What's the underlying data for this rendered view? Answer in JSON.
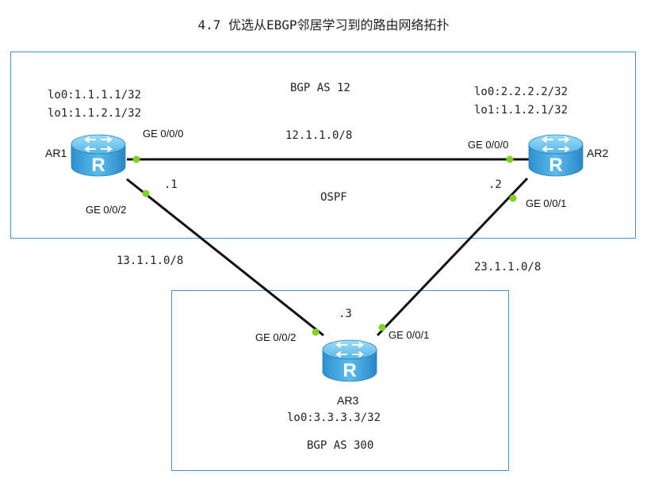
{
  "title": "4.7 优选从EBGP邻居学习到的路由网络拓扑",
  "areas": {
    "top": {
      "label": "BGP AS 12",
      "igp": "OSPF"
    },
    "bottom": {
      "label": "BGP AS 300"
    }
  },
  "routers": {
    "ar1": {
      "name": "AR1",
      "lo0": "lo0:1.1.1.1/32",
      "lo1": "lo1:1.1.2.1/32",
      "if_top": "GE 0/0/0",
      "if_down": "GE 0/0/2",
      "host": ".1"
    },
    "ar2": {
      "name": "AR2",
      "lo0": "lo0:2.2.2.2/32",
      "lo1": "lo1:1.1.2.1/32",
      "if_top": "GE 0/0/0",
      "if_down": "GE 0/0/1",
      "host": ".2"
    },
    "ar3": {
      "name": "AR3",
      "lo0": "lo0:3.3.3.3/32",
      "if_left": "GE 0/0/2",
      "if_right": "GE 0/0/1",
      "host": ".3"
    }
  },
  "links": {
    "ar1_ar2": "12.1.1.0/8",
    "ar1_ar3": "13.1.1.0/8",
    "ar2_ar3": "23.1.1.0/8"
  },
  "colors": {
    "box_border": "#4a8fd6",
    "link": "#111111",
    "port_dot": "#7ed321",
    "router_body": "#3ea4de"
  },
  "icons": {
    "router": "router-icon"
  }
}
